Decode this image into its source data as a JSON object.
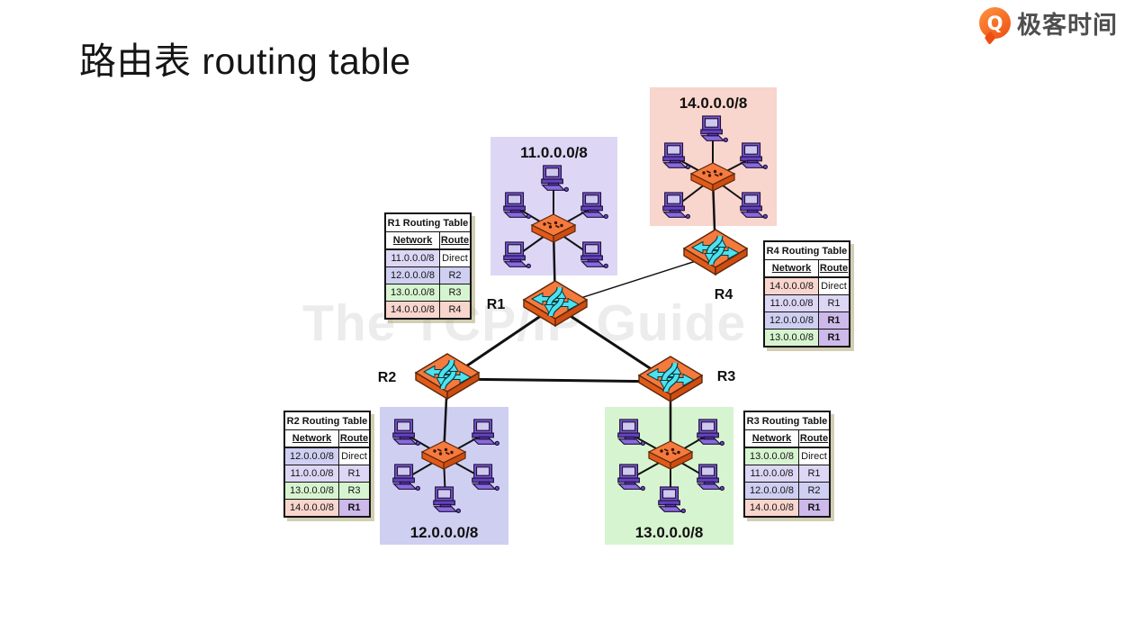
{
  "header": {
    "title": "路由表 routing table"
  },
  "logo": {
    "q": "Q",
    "text": "极客时间"
  },
  "watermark": "The TCP/IP Guide",
  "colors": {
    "lavender": "#ddd7f5",
    "periwinkle": "#cfcff2",
    "green": "#d7f4d0",
    "pink": "#f8d5cd",
    "purple": "#cdb9ea",
    "white": "#ffffff",
    "router_orange": "#f57a3e",
    "link_black": "#111111"
  },
  "networks": [
    {
      "label": "11.0.0.0/8"
    },
    {
      "label": "14.0.0.0/8"
    },
    {
      "label": "12.0.0.0/8"
    },
    {
      "label": "13.0.0.0/8"
    }
  ],
  "routers": [
    {
      "label": "R1"
    },
    {
      "label": "R2"
    },
    {
      "label": "R3"
    },
    {
      "label": "R4"
    }
  ],
  "tables": [
    {
      "title": "R1 Routing Table",
      "headers": [
        "Network",
        "Route"
      ],
      "rows": [
        {
          "network": "11.0.0.0/8",
          "route": "Direct"
        },
        {
          "network": "12.0.0.0/8",
          "route": "R2"
        },
        {
          "network": "13.0.0.0/8",
          "route": "R3"
        },
        {
          "network": "14.0.0.0/8",
          "route": "R4"
        }
      ]
    },
    {
      "title": "R2 Routing Table",
      "headers": [
        "Network",
        "Route"
      ],
      "rows": [
        {
          "network": "12.0.0.0/8",
          "route": "Direct"
        },
        {
          "network": "11.0.0.0/8",
          "route": "R1"
        },
        {
          "network": "13.0.0.0/8",
          "route": "R3"
        },
        {
          "network": "14.0.0.0/8",
          "route": "R1"
        }
      ]
    },
    {
      "title": "R3 Routing Table",
      "headers": [
        "Network",
        "Route"
      ],
      "rows": [
        {
          "network": "13.0.0.0/8",
          "route": "Direct"
        },
        {
          "network": "11.0.0.0/8",
          "route": "R1"
        },
        {
          "network": "12.0.0.0/8",
          "route": "R2"
        },
        {
          "network": "14.0.0.0/8",
          "route": "R1"
        }
      ]
    },
    {
      "title": "R4 Routing Table",
      "headers": [
        "Network",
        "Route"
      ],
      "rows": [
        {
          "network": "14.0.0.0/8",
          "route": "Direct"
        },
        {
          "network": "11.0.0.0/8",
          "route": "R1"
        },
        {
          "network": "12.0.0.0/8",
          "route": "R1"
        },
        {
          "network": "13.0.0.0/8",
          "route": "R1"
        }
      ]
    }
  ]
}
